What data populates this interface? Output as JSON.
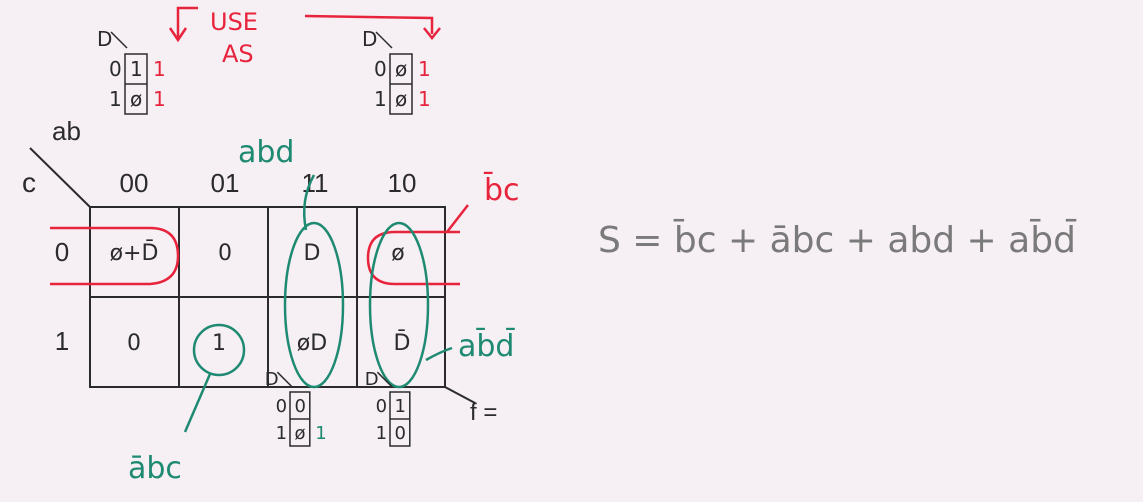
{
  "colors": {
    "paper": "#f6eff4",
    "ink": "#2b2b2b",
    "red": "#e8243d",
    "green": "#1f8a72",
    "pencil": "#7a7a7a"
  },
  "kmap": {
    "corner_row_var": "c",
    "corner_col_var": "ab",
    "col_headers": [
      "00",
      "01",
      "11",
      "10"
    ],
    "row_headers": [
      "0",
      "1"
    ],
    "cells": [
      [
        "ø+D̄",
        "0",
        "D",
        "ø"
      ],
      [
        "0",
        "1",
        "øD",
        "D̄"
      ]
    ],
    "f_label": "f ="
  },
  "note": {
    "line1": "USE",
    "line2": "AS"
  },
  "mini_tables": [
    {
      "var": "D",
      "in": [
        "0",
        "1"
      ],
      "val": [
        "1",
        "ø"
      ],
      "out": [
        "1",
        "1"
      ]
    },
    {
      "var": "D",
      "in": [
        "0",
        "1"
      ],
      "val": [
        "ø",
        "ø"
      ],
      "out": [
        "1",
        "1"
      ]
    },
    {
      "var": "D",
      "in": [
        "0",
        "1"
      ],
      "val": [
        "0",
        "ø"
      ],
      "out": [
        "",
        "1"
      ]
    },
    {
      "var": "D",
      "in": [
        "0",
        "1"
      ],
      "val": [
        "1",
        "0"
      ],
      "out": [
        "",
        ""
      ]
    }
  ],
  "group_labels": {
    "abd": "abd",
    "bc": "b̄c",
    "abd_bar": "ab̄d̄",
    "abc": "ābc"
  },
  "equation": "S = b̄c + ābc + abd + ab̄d̄"
}
